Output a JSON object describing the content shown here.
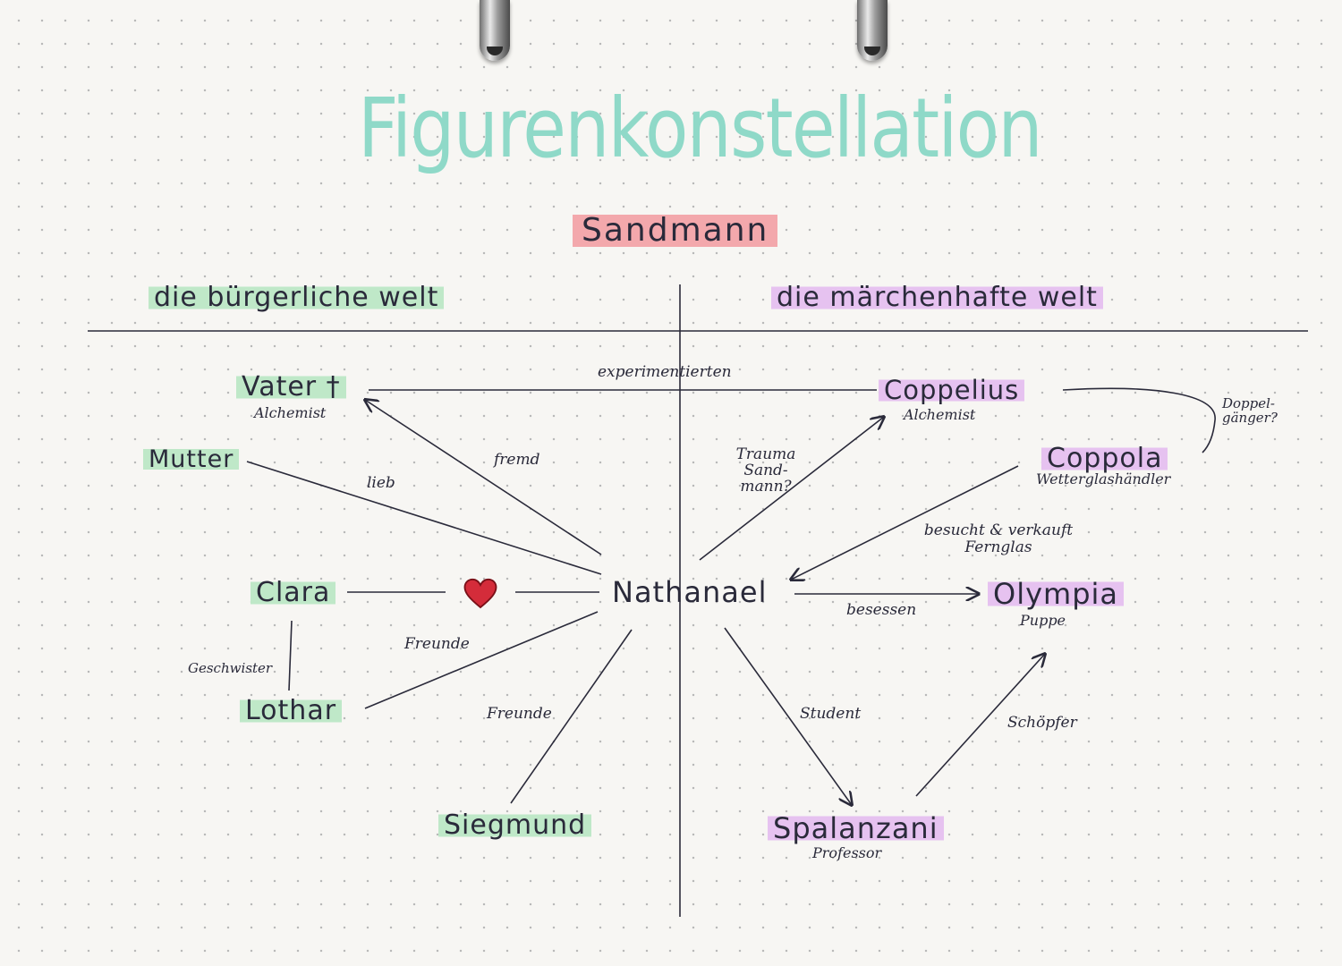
{
  "title": "Figurenkonstellation",
  "subtitle": "Sandmann",
  "worlds": {
    "left": "die bürgerliche welt",
    "right": "die märchenhafte welt"
  },
  "figures": {
    "vater": {
      "name": "Vater †",
      "role": "Alchemist"
    },
    "mutter": {
      "name": "Mutter"
    },
    "clara": {
      "name": "Clara"
    },
    "lothar": {
      "name": "Lothar"
    },
    "siegmund": {
      "name": "Siegmund"
    },
    "nathanael": {
      "name": "Nathanael"
    },
    "coppelius": {
      "name": "Coppelius",
      "role": "Alchemist"
    },
    "coppola": {
      "name": "Coppola",
      "role": "Wetterglashändler"
    },
    "olympia": {
      "name": "Olympia",
      "role": "Puppe"
    },
    "spalanzani": {
      "name": "Spalanzani",
      "role": "Professor"
    }
  },
  "relations": {
    "experimentierten": "experimentierten",
    "fremd": "fremd",
    "lieb": "lieb",
    "trauma": "Trauma Sand-mann?",
    "doppelganger": "Doppel-gänger?",
    "besucht": "besucht & verkauft Fernglas",
    "besessen": "besessen",
    "freunde_lothar": "Freunde",
    "freunde_siegmund": "Freunde",
    "geschwister": "Geschwister",
    "student": "Student",
    "schoepfer": "Schöpfer"
  },
  "colors": {
    "title": "#8fd9c8",
    "highlight_green": "#bfe8c8",
    "highlight_pink": "#e6c2f0",
    "highlight_red": "#f3a8ac",
    "ink": "#2a2a3a",
    "heart": "#d42c3a"
  },
  "icons": [
    "binder-ring",
    "heart-icon"
  ]
}
